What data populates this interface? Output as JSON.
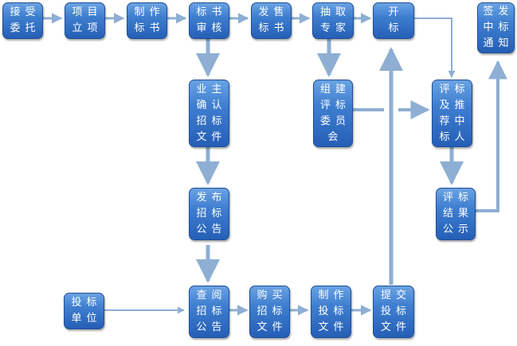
{
  "nodes": {
    "accept_commission": [
      "接受",
      "委托"
    ],
    "project_setup": [
      "项目",
      "立项"
    ],
    "prepare_tender_docs": [
      "制作",
      "标书"
    ],
    "tender_review": [
      "标书",
      "审核"
    ],
    "sell_tender_docs": [
      "发售",
      "标书"
    ],
    "draw_experts": [
      "抽取",
      "专家"
    ],
    "bid_opening": [
      "开",
      "标"
    ],
    "sign_notice": [
      "签发",
      "中标",
      "通知"
    ],
    "owner_confirm_docs": [
      "业主",
      "确认",
      "招标",
      "文件"
    ],
    "form_eval_committee": [
      "组建",
      "评标",
      "委员",
      "会"
    ],
    "eval_recommend": [
      "评标",
      "及推",
      "荐中",
      "标人"
    ],
    "publish_notice": [
      "发布",
      "招标",
      "公告"
    ],
    "eval_result_publicity": [
      "评标",
      "结果",
      "公示"
    ],
    "bidder_unit": [
      "投标",
      "单位"
    ],
    "check_notice": [
      "查阅",
      "招标",
      "公告"
    ],
    "buy_tender_docs": [
      "购买",
      "招标",
      "文件"
    ],
    "prepare_bid_docs": [
      "制作",
      "投标",
      "文件"
    ],
    "submit_bid_docs": [
      "提交",
      "投标",
      "文件"
    ]
  },
  "colors": {
    "node_top": "#6aa3e3",
    "node_bottom": "#255fb6",
    "node_border": "#1f4f97",
    "node_text": "#ffffff",
    "arrow": "#8eaed3"
  }
}
